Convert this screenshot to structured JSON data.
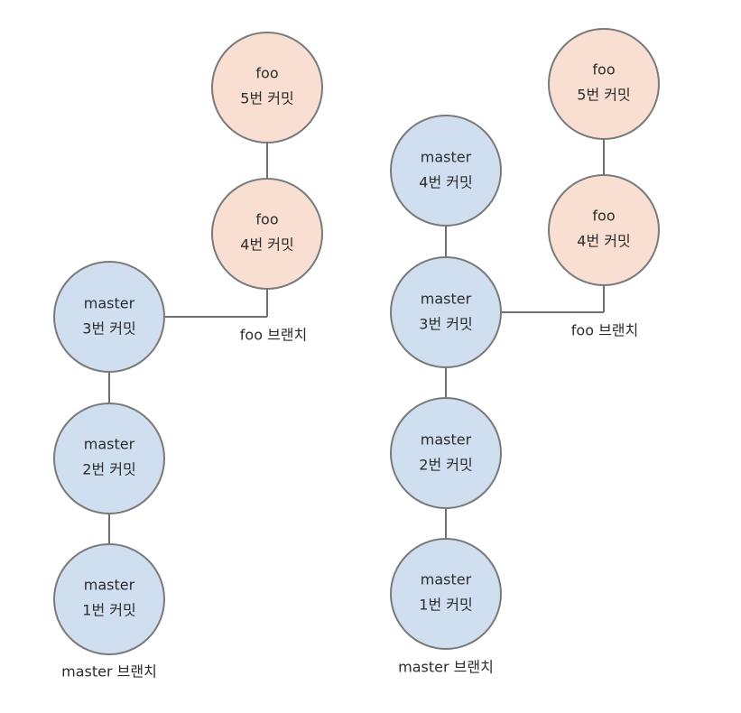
{
  "colors": {
    "master_fill": "#cfdff0",
    "foo_fill": "#f9dfd2",
    "stroke": "#7a7a7a",
    "edge": "#6f6f6f",
    "text": "#2c2c2c"
  },
  "left_diagram": {
    "nodes": {
      "foo5": {
        "line1": "foo",
        "line2": "5번 커밋"
      },
      "foo4": {
        "line1": "foo",
        "line2": "4번 커밋"
      },
      "master3": {
        "line1": "master",
        "line2": "3번 커밋"
      },
      "master2": {
        "line1": "master",
        "line2": "2번 커밋"
      },
      "master1": {
        "line1": "master",
        "line2": "1번 커밋"
      }
    },
    "foo_branch_label": "foo 브랜치",
    "master_branch_label": "master 브랜치"
  },
  "right_diagram": {
    "nodes": {
      "foo5": {
        "line1": "foo",
        "line2": "5번 커밋"
      },
      "foo4": {
        "line1": "foo",
        "line2": "4번 커밋"
      },
      "master4": {
        "line1": "master",
        "line2": "4번 커밋"
      },
      "master3": {
        "line1": "master",
        "line2": "3번 커밋"
      },
      "master2": {
        "line1": "master",
        "line2": "2번 커밋"
      },
      "master1": {
        "line1": "master",
        "line2": "1번 커밋"
      }
    },
    "foo_branch_label": "foo 브랜치",
    "master_branch_label": "master 브랜치"
  }
}
